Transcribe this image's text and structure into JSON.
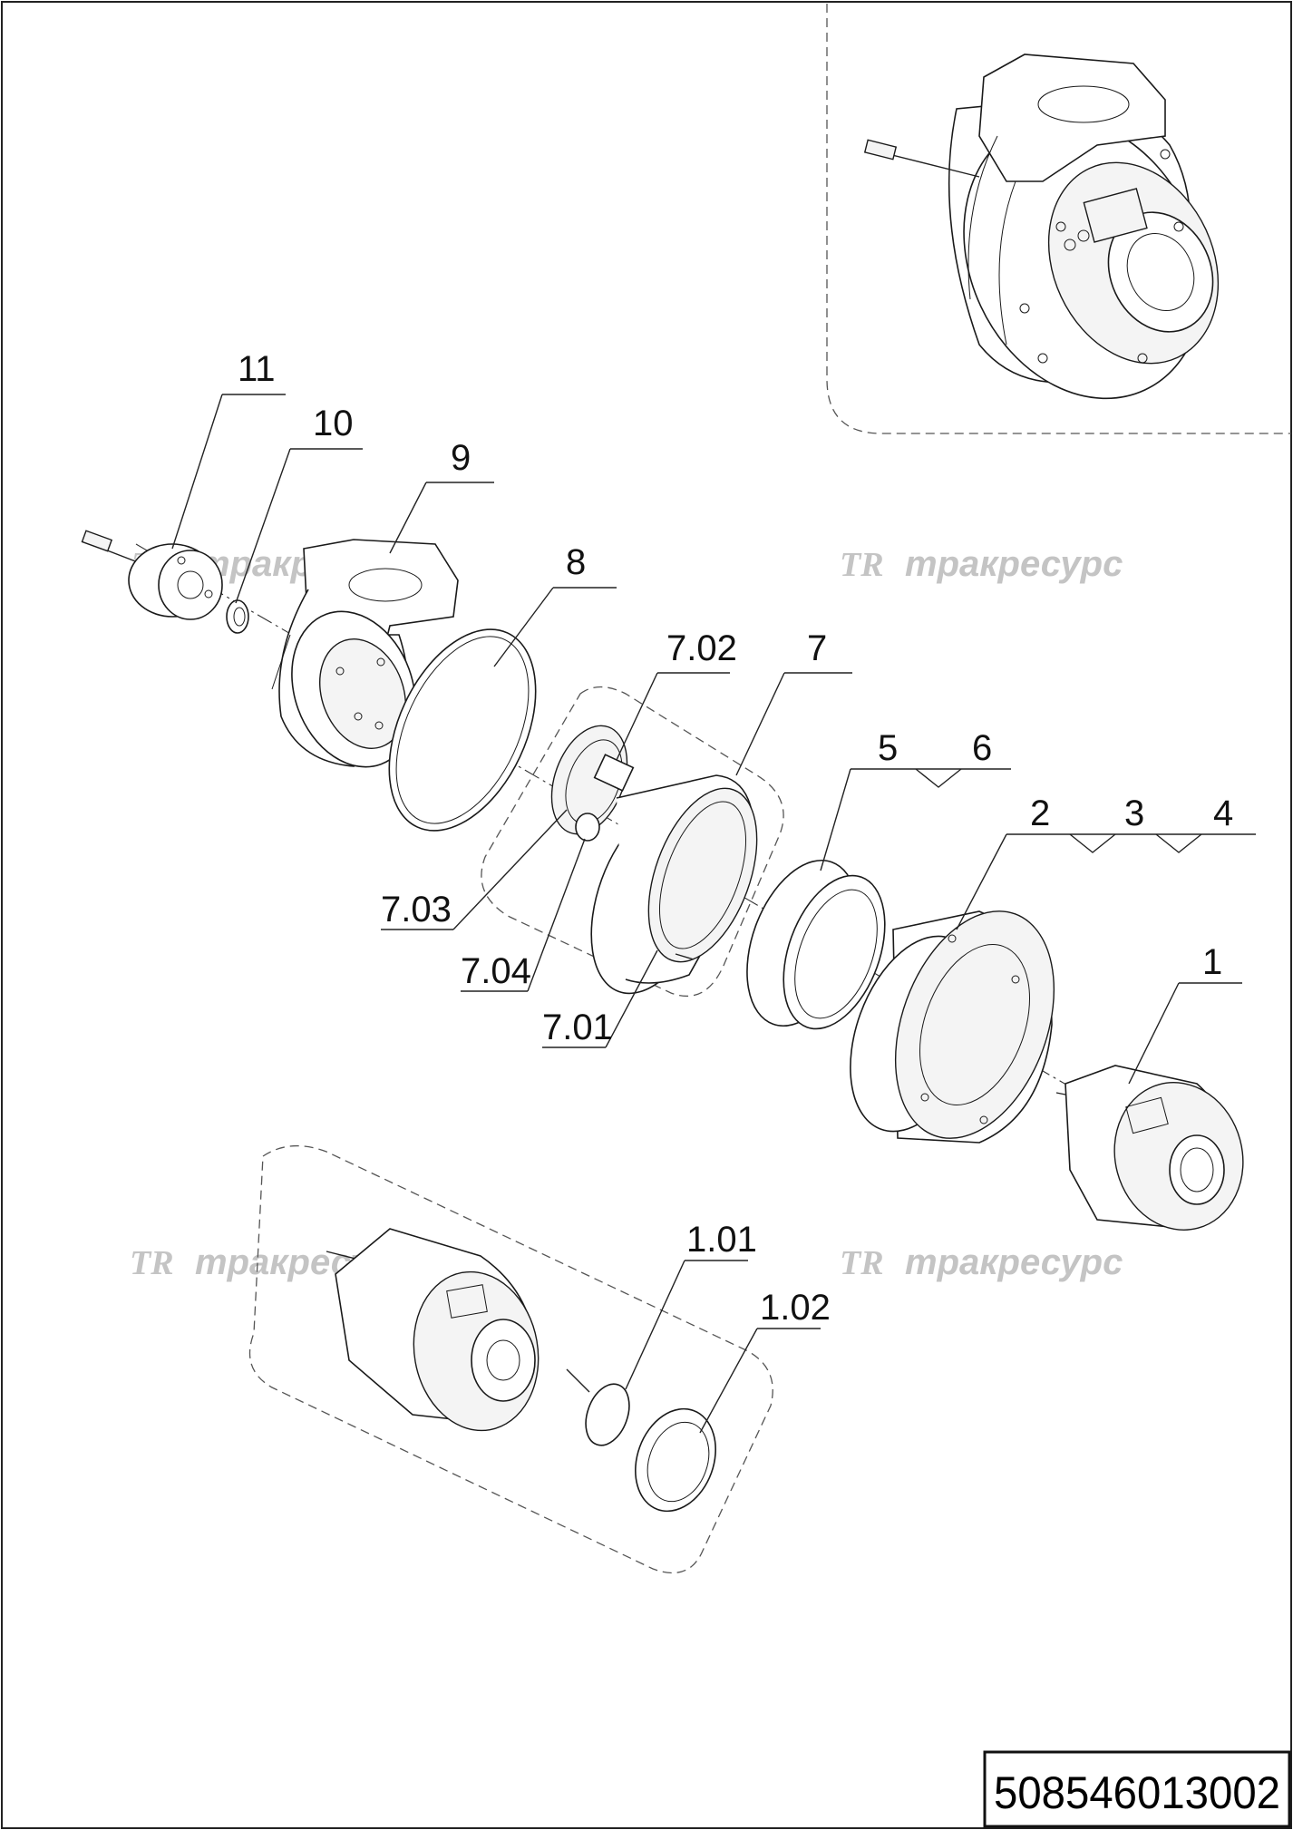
{
  "document_number": "508546013002",
  "watermark": {
    "logo": "TR",
    "text": "тракресурс"
  },
  "callouts": [
    {
      "id": "11",
      "text": "11"
    },
    {
      "id": "10",
      "text": "10"
    },
    {
      "id": "9",
      "text": "9"
    },
    {
      "id": "8",
      "text": "8"
    },
    {
      "id": "7.02",
      "text": "7.02"
    },
    {
      "id": "7",
      "text": "7"
    },
    {
      "id": "5",
      "text": "5"
    },
    {
      "id": "6",
      "text": "6"
    },
    {
      "id": "2",
      "text": "2"
    },
    {
      "id": "3",
      "text": "3"
    },
    {
      "id": "4",
      "text": "4"
    },
    {
      "id": "1",
      "text": "1"
    },
    {
      "id": "7.03",
      "text": "7.03"
    },
    {
      "id": "7.04",
      "text": "7.04"
    },
    {
      "id": "7.01",
      "text": "7.01"
    },
    {
      "id": "1.01",
      "text": "1.01"
    },
    {
      "id": "1.02",
      "text": "1.02"
    }
  ],
  "colors": {
    "line": "#1a1a1a",
    "watermark": "#c4c4c4",
    "background": "#ffffff"
  }
}
